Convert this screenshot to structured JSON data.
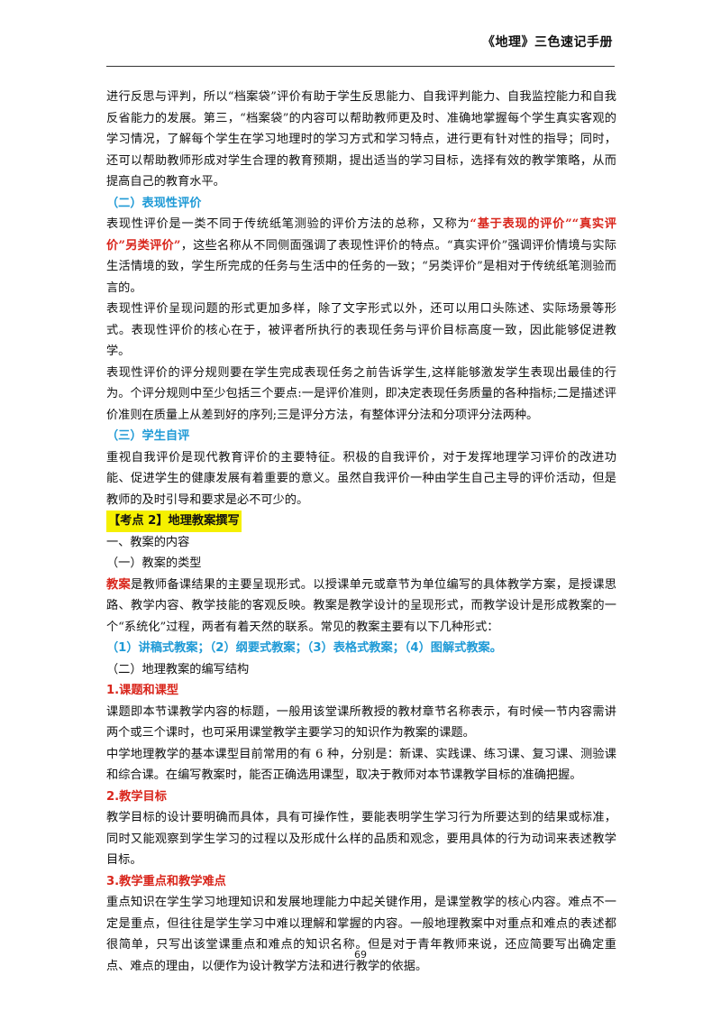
{
  "header": {
    "title": "《地理》三色速记手册"
  },
  "para1": "进行反思与评判，所以“档案袋”评价有助于学生反思能力、自我评判能力、自我监控能力和自我反省能力的发展。第三，“档案袋”的内容可以帮助教师更及时、准确地掌握每个学生真实客观的学习情况，了解每个学生在学习地理时的学习方式和学习特点，进行更有针对性的指导；同时，还可以帮助教师形成对学生合理的教育预期，提出适当的学习目标，选择有效的教学策略，从而提高自己的教育水平。",
  "sec2_heading": "（二）表现性评价",
  "para2": {
    "a": "表现性评价是一类不同于传统纸笔测验的评价方法的总称，又称为",
    "red": "“基于表现的评价”“真实评价”另类评价”",
    "b": "，这些名称从不同侧面强调了表现性评价的特点。“真实评价”强调评价情境与实际生活情境的致，学生所完成的任务与生活中的任务的一致；“另类评价”是相对于传统纸笔测验而言的。"
  },
  "para3": "表现性评价呈现问题的形式更加多样，除了文字形式以外，还可以用口头陈述、实际场景等形式。表现性评价的核心在于，被评者所执行的表现任务与评价目标高度一致，因此能够促进教学。",
  "para4": "表现性评价的评分规则要在学生完成表现任务之前告诉学生,这样能够激发学生表现出最佳的行为。个评分规则中至少包括三个要点:一是评价准则，即决定表现任务质量的各种指标;二是描述评价准则在质量上从差到好的序列;三是评分方法，有整体评分法和分项评分法两种。",
  "sec3_heading": "（三）学生自评",
  "para5": "重视自我评价是现代教育评价的主要特征。积极的自我评价，对于发挥地理学习评价的改进功能、促进学生的健康发展有着重要的意义。虽然自我评价一种由学生自己主导的评价活动，但是教师的及时引导和要求是必不可少的。",
  "kaodian": "【考点 2】地理教案撰写",
  "sub1": "一、教案的内容",
  "sub1a": "（一）教案的类型",
  "para6": {
    "red": "教案",
    "b": "是教师备课结果的主要呈现形式。以授课单元或章节为单位编写的具体教学方案，是授课思路、教学内容、教学技能的客观反映。教案是教学设计的呈现形式，而教学设计是形成教案的一个“系统化”过程，两者有着天然的联系。常见的教案主要有以下几种形式："
  },
  "types_line": "（1）讲稿式教案；（2）纲要式教案；（3）表格式教案；（4）图解式教案。",
  "sub1b": "（二）地理教案的编写结构",
  "h1": "1.课题和课型",
  "para7": "课题即本节课教学内容的标题，一般用该堂课所教授的教材章节名称表示，有时候一节内容需讲两个或三个课时，也可采用课堂教学主要学习的知识作为教案的课题。",
  "para8": "中学地理教学的基本课型目前常用的有 6 种，分别是：新课、实践课、练习课、复习课、测验课和综合课。在编写教案时，能否正确选用课型，取决于教师对本节课教学目标的准确把握。",
  "h2": "2.教学目标",
  "para9": "教学目标的设计要明确而具体，具有可操作性，要能表明学生学习行为所要达到的结果或标准，同时又能观察到学生学习的过程以及形成什么样的品质和观念，要用具体的行为动词来表述教学目标。",
  "h3": "3.教学重点和教学难点",
  "para10": "重点知识在学生学习地理知识和发展地理能力中起关键作用，是课堂教学的核心内容。难点不一定是重点，但往往是学生学习中难以理解和掌握的内容。一般地理教案中对重点和难点的表述都很简单，只写出该堂课重点和难点的知识名称。但是对于青年教师来说，还应简要写出确定重点、难点的理由，以便作为设计教学方法和进行教学的依据。",
  "page_number": "69"
}
